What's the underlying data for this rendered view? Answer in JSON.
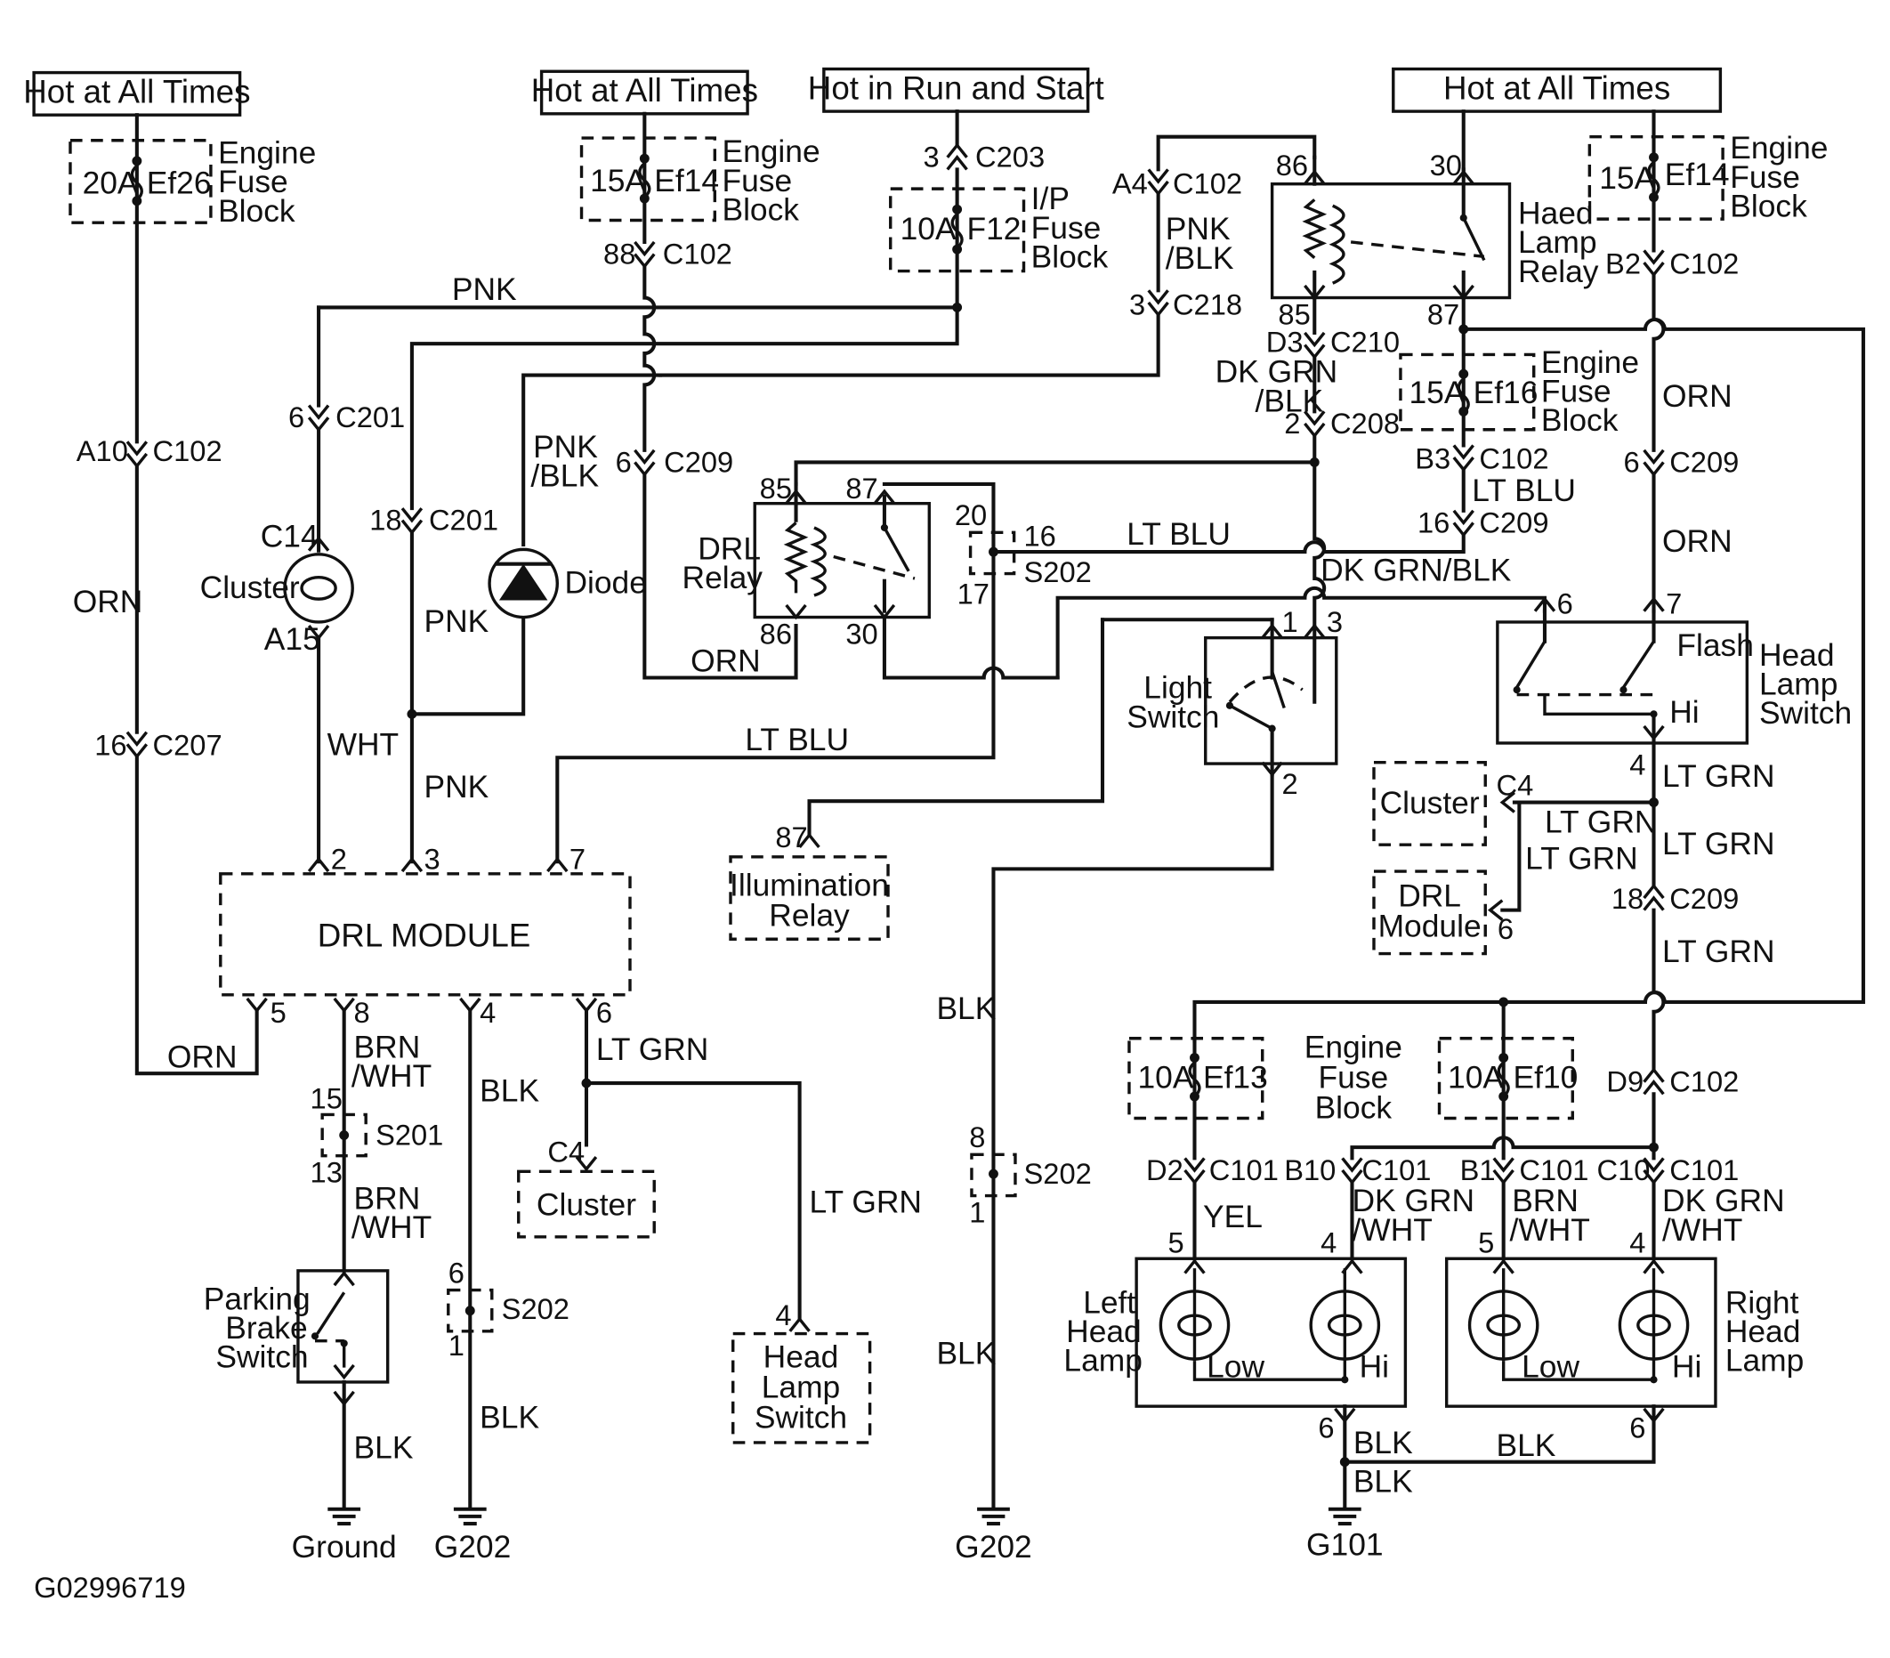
{
  "sources": {
    "hot1": "Hot at All Times",
    "hot2": "Hot at All Times",
    "runstart": "Hot in Run and Start",
    "hot3": "Hot at All Times"
  },
  "fuses": {
    "ef26": {
      "amp": "20A",
      "id": "Ef26"
    },
    "ef14a": {
      "amp": "15A",
      "id": "Ef14"
    },
    "f12": {
      "amp": "10A",
      "id": "F12"
    },
    "ef14b": {
      "amp": "15A",
      "id": "Ef14"
    },
    "ef16": {
      "amp": "15A",
      "id": "Ef16"
    },
    "ef13": {
      "amp": "10A",
      "id": "Ef13"
    },
    "ef10": {
      "amp": "10A",
      "id": "Ef10"
    }
  },
  "fuse_block": {
    "l1": "Engine",
    "l2": "Fuse",
    "l3": "Block"
  },
  "ip_block": {
    "l1": "I/P",
    "l2": "Fuse",
    "l3": "Block"
  },
  "connectors": {
    "c102": "C102",
    "c203": "C203",
    "c201": "C201",
    "c209": "C209",
    "c207": "C207",
    "c218": "C218",
    "c210": "C210",
    "c208": "C208",
    "c101": "C101",
    "c14": "C14",
    "a15": "A15",
    "c4": "C4",
    "s201": "S201",
    "s202": "S202"
  },
  "pins": {
    "a10": "A10",
    "n88": "88",
    "n3": "3",
    "n6": "6",
    "n18": "18",
    "n16": "16",
    "a4": "A4",
    "d3": "D3",
    "n2": "2",
    "b3": "B3",
    "b2": "B2",
    "n85": "85",
    "n86": "86",
    "n87": "87",
    "n30": "30",
    "n20": "20",
    "n17": "17",
    "n7": "7",
    "n4": "4",
    "n1": "1",
    "n5": "5",
    "n8": "8",
    "n15": "15",
    "n13": "13",
    "d9": "D9",
    "d2": "D2",
    "b10": "B10",
    "b1": "B1",
    "c10": "C10"
  },
  "wires": {
    "pnk": "PNK",
    "orn": "ORN",
    "wht": "WHT",
    "pnkblk1": "PNK",
    "pnkblk2": "/BLK",
    "ltblu": "LT BLU",
    "dkgrnblk": "DK GRN/BLK",
    "dkgrn1": "DK GRN",
    "dkgrn2": "/BLK",
    "ltgrn": "LT GRN",
    "brn": "BRN",
    "slashwht": "/WHT",
    "blk": "BLK",
    "yel": "YEL"
  },
  "components": {
    "cluster": "Cluster",
    "diode": "Diode",
    "drl_relay_1": "DRL",
    "drl_relay_2": "Relay",
    "drl_module": "DRL MODULE",
    "illum_1": "Illumination",
    "illum_2": "Relay",
    "light_switch_1": "Light",
    "light_switch_2": "Switch",
    "head_relay_1": "Haed",
    "head_relay_2": "Lamp",
    "head_relay_3": "Relay",
    "hls_1": "Head",
    "hls_2": "Lamp",
    "hls_3": "Switch",
    "flash": "Flash",
    "hi": "Hi",
    "low": "Low",
    "drl_mod_1": "DRL",
    "drl_mod_2": "Module",
    "pbs_1": "Parking",
    "pbs_2": "Brake",
    "pbs_3": "Switch",
    "left_1": "Left",
    "left_2": "Head",
    "left_3": "Lamp",
    "right_1": "Right",
    "right_2": "Head",
    "right_3": "Lamp"
  },
  "grounds": {
    "ground": "Ground",
    "g202": "G202",
    "g101": "G101"
  },
  "figure_id": "G02996719"
}
